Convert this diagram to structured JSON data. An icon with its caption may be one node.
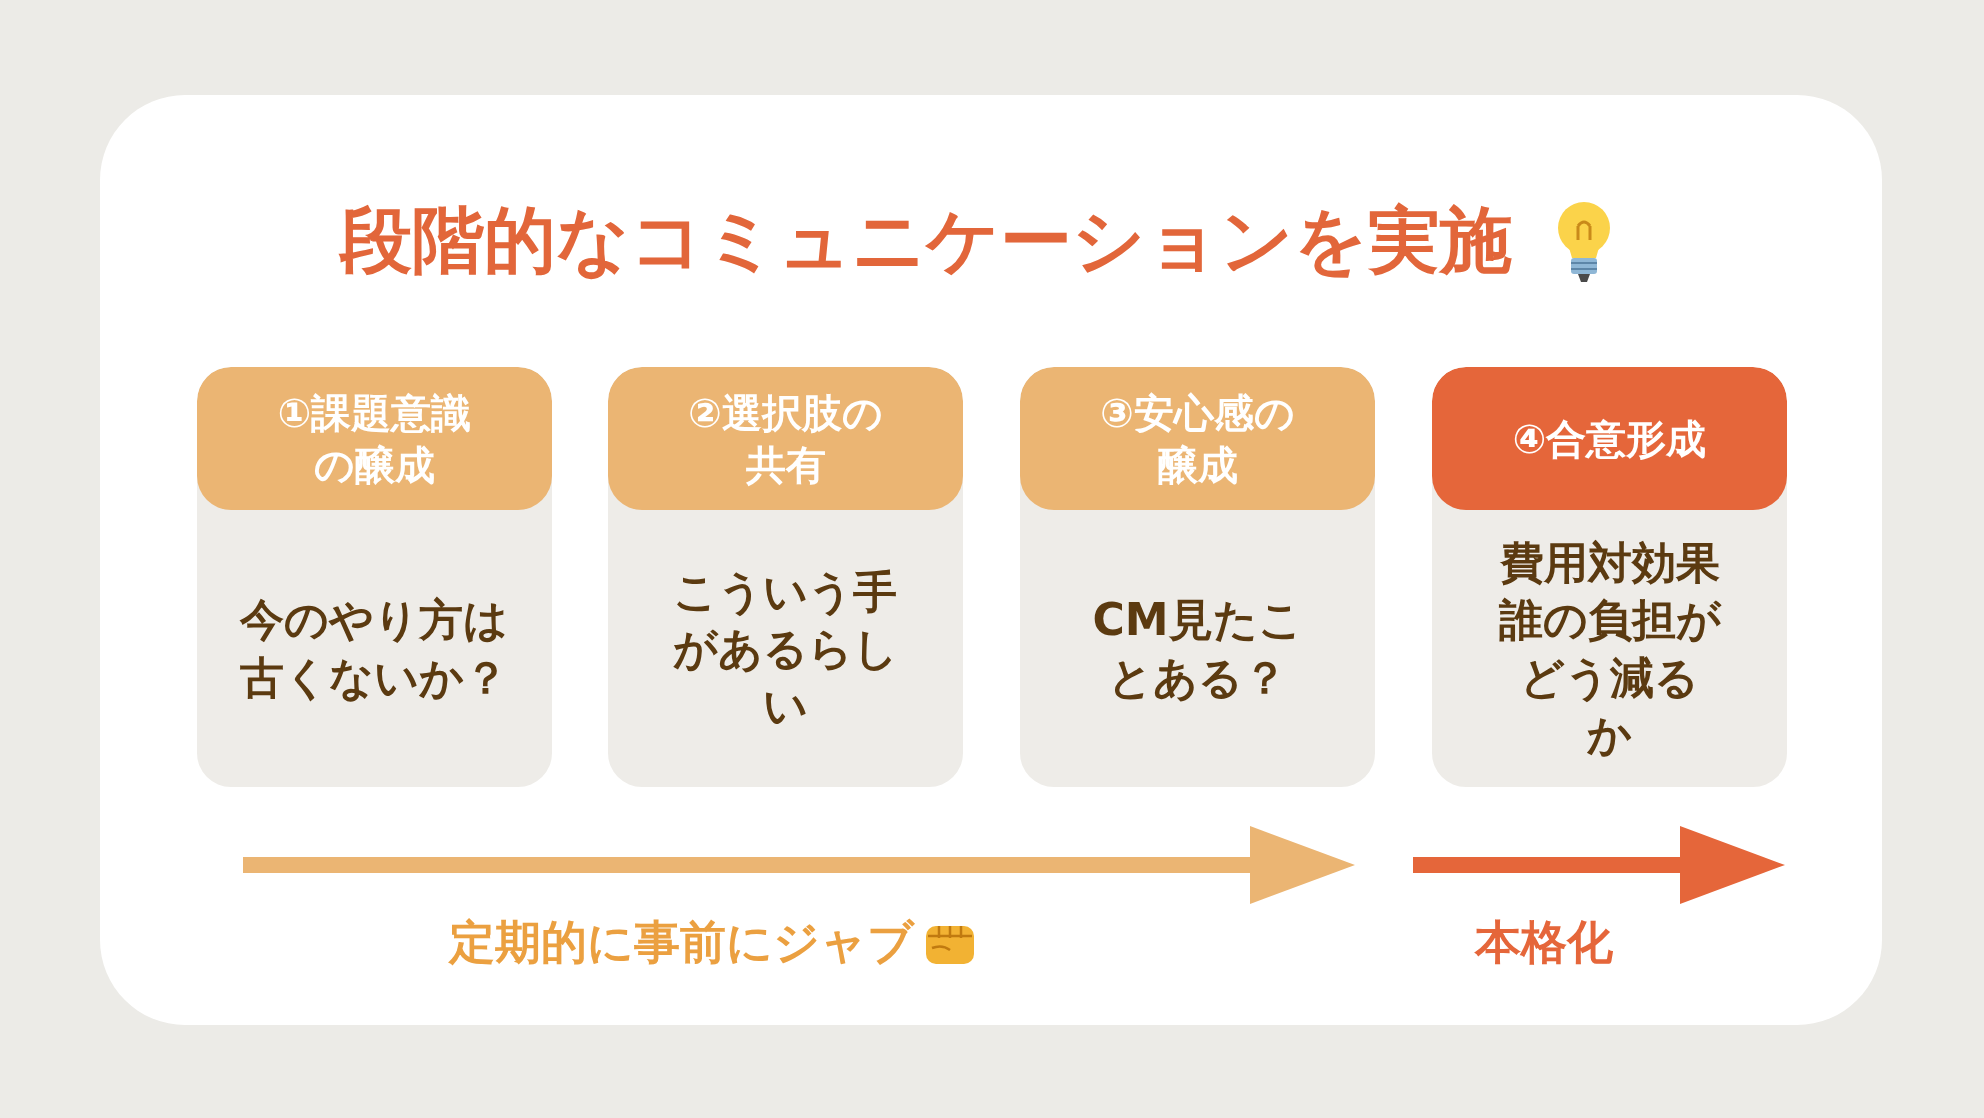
{
  "diagram": {
    "title": "段階的なコミュニケーションを実施",
    "nodes": [
      {
        "text": [
          "①課題意識の醸成",
          "今のやり方は古くないか？"
        ]
      },
      {
        "text": [
          "②選択肢の共有",
          "こういう手があるらしい"
        ]
      },
      {
        "text": [
          "③安心感の醸成",
          "CM見たことある？"
        ]
      },
      {
        "text": [
          "④合意形成",
          "費用対効果誰の負担がどう減るか"
        ]
      }
    ],
    "labels": [
      "定期的に事前にジャブ",
      "本格化"
    ]
  }
}
